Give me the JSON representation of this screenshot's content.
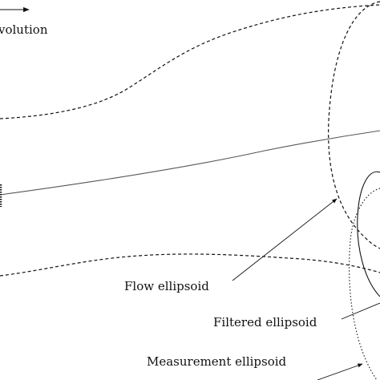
{
  "time_label": "volution",
  "labels": {
    "flow": "Flow ellipsoid",
    "filtered": "Filtered ellipsoid",
    "measurement": "Measurement ellipsoid"
  }
}
